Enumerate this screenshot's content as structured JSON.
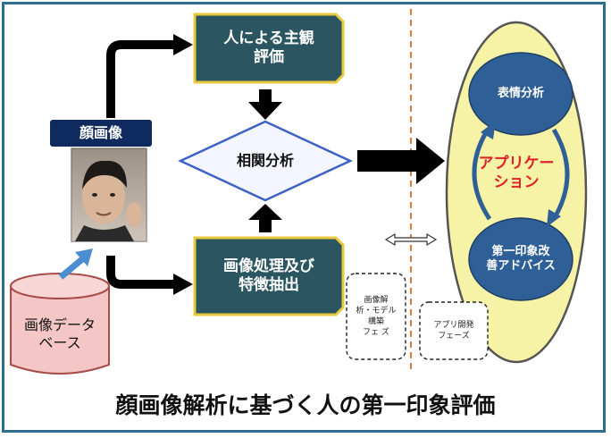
{
  "title": "顔画像解析に基づく人の第一印象評価",
  "face_image_label": "顔画像",
  "subjective_eval": "人による主観\n評価",
  "image_processing": "画像処理及び\n特徴抽出",
  "correlation": "相関分析",
  "database": "画像データ\nベース",
  "application": "アプリケー\nション",
  "expression_analysis": "表情分析",
  "advice": "第一印象改\n善アドバイス",
  "phase_model": "画像解\n析・モデル\n構築\nフェ ズ",
  "phase_app": "アプリ開発\nフェーズ",
  "colors": {
    "frame": "#2d6e93",
    "box": "#2b5560",
    "box_border": "#e8c93b",
    "label_bg": "#0f2a5e",
    "ellipse_fill": "#f6f2a6",
    "ellipse_border": "#555555",
    "inner_ellipse": "#2e5f96",
    "app_text": "#e0202a",
    "db_fill": "#f4c7c6",
    "db_border": "#a74c4a",
    "dashed_line": "#e07b39",
    "arrow": "#000000",
    "small_arrow": "#4a8ed0"
  },
  "icons": {
    "photo": "face-photo-icon"
  }
}
